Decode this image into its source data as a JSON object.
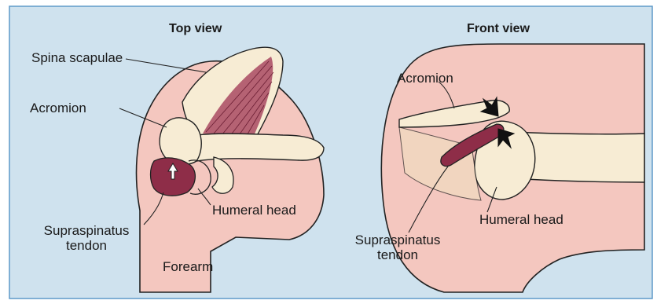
{
  "colors": {
    "background": "#cfe2ee",
    "skin": "#f4c7bf",
    "bone": "#f7ecd4",
    "muscle": "#8e2d48",
    "frame": "#5f9ac9",
    "line": "#222222"
  },
  "panels": {
    "top": {
      "title": "Top view",
      "labels": {
        "spina_scapulae": "Spina scapulae",
        "acromion": "Acromion",
        "humeral_head": "Humeral head",
        "supraspinatus_line1": "Supraspinatus",
        "supraspinatus_line2": "tendon",
        "forearm": "Forearm"
      }
    },
    "front": {
      "title": "Front view",
      "labels": {
        "acromion": "Acromion",
        "humeral_head": "Humeral head",
        "supraspinatus_line1": "Supraspinatus",
        "supraspinatus_line2": "tendon"
      }
    }
  },
  "icons": [
    "arrow-up-icon",
    "compression-arrow-icon"
  ]
}
